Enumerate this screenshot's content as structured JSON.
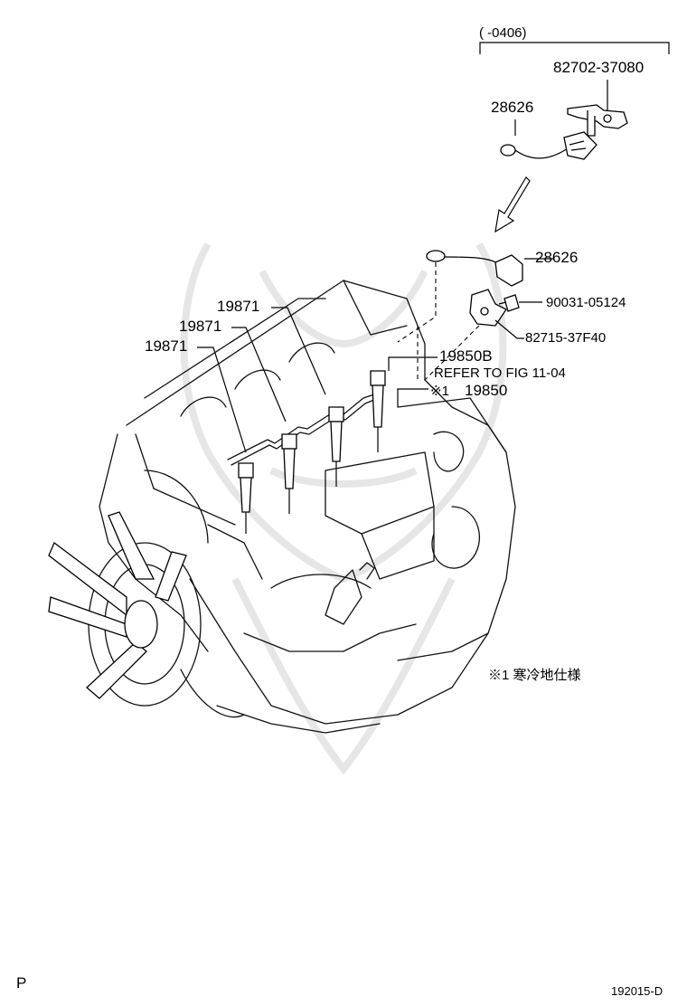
{
  "labels": {
    "date_range": "(      -0406)",
    "sensor_part": "82702-37080",
    "wire_upper": "28626",
    "wire_lower": "28626",
    "bolt": "90031-05124",
    "bracket": "82715-37F40",
    "plug_top": "19850B",
    "refer": "REFER TO FIG  11-04",
    "note_mark": "※1",
    "plug_main": "19850",
    "bus_1": "19871",
    "bus_2": "19871",
    "bus_3": "19871",
    "note_text": "※1  寒冷地仕様",
    "page_letter": "P",
    "figure_id": "192015-D"
  }
}
